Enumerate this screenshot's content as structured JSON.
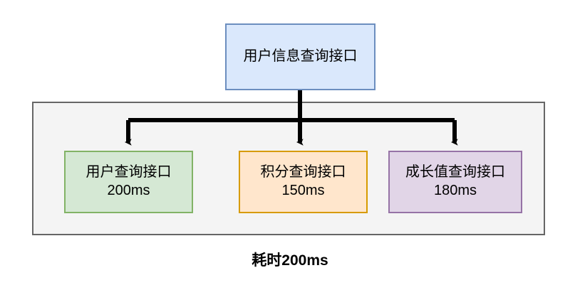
{
  "diagram": {
    "type": "flowchart",
    "caption": "耗时200ms",
    "parent": {
      "label": "用户信息查询接口",
      "fill": "#dae8fc",
      "stroke": "#6c8ebf"
    },
    "group": {
      "name": "parallel-calls-group",
      "fill": "#f4f4f4",
      "stroke": "#666666"
    },
    "children": [
      {
        "label": "用户查询接口",
        "metric": "200ms",
        "fill": "#d5e8d4",
        "stroke": "#82b366"
      },
      {
        "label": "积分查询接口",
        "metric": "150ms",
        "fill": "#ffe6cc",
        "stroke": "#d79b00"
      },
      {
        "label": "成长值查询接口",
        "metric": "180ms",
        "fill": "#e1d5e7",
        "stroke": "#9673a6"
      }
    ],
    "connectors": {
      "color": "#000000",
      "style": "fork-with-arrowheads",
      "count": 3
    }
  }
}
